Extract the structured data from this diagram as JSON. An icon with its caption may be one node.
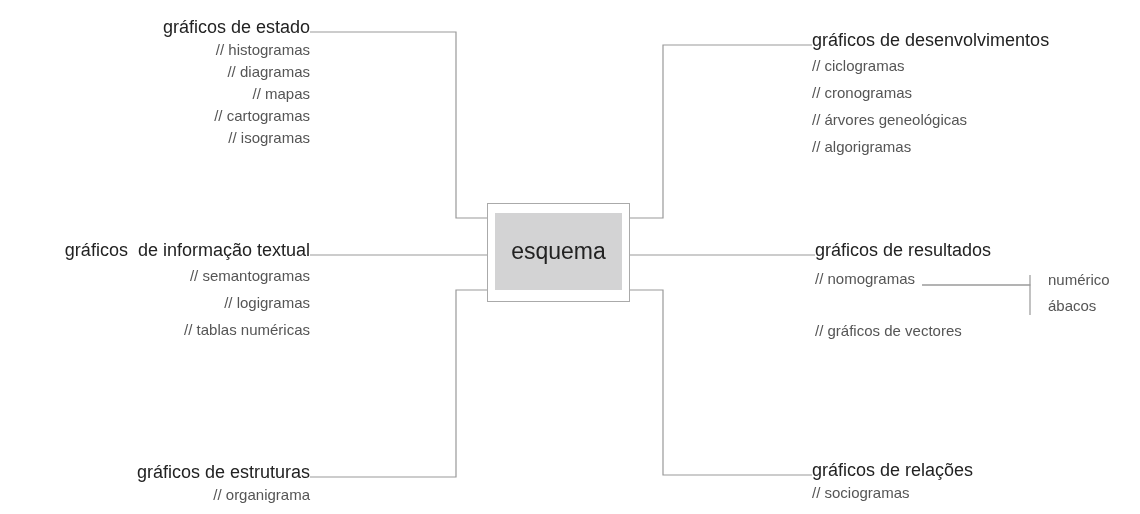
{
  "diagram": {
    "nodes": [
      {
        "text": [
          "esquema"
        ]
      },
      {
        "text": [
          "gráficos de estado",
          "// histogramas",
          "// diagramas",
          "// mapas",
          "// cartogramas",
          "// isogramas"
        ]
      },
      {
        "text": [
          "gráficos  de informação textual",
          "// semantogramas",
          "// logigramas",
          "// tablas numéricas"
        ]
      },
      {
        "text": [
          "gráficos de estruturas",
          "// organigrama"
        ]
      },
      {
        "text": [
          "gráficos de desenvolvimentos",
          "// ciclogramas",
          "// cronogramas",
          "// árvores geneológicas",
          "// algorigramas"
        ]
      },
      {
        "text": [
          "gráficos de resultados"
        ]
      },
      {
        "text": [
          "// nomogramas"
        ]
      },
      {
        "text": [
          "numérico"
        ]
      },
      {
        "text": [
          "ábacos"
        ]
      },
      {
        "text": [
          "gráficos de relações",
          "// sociogramas"
        ]
      }
    ],
    "edges": [
      {
        "from": 0,
        "to": 1,
        "arrow": "none"
      },
      {
        "from": 0,
        "to": 2,
        "arrow": "none"
      },
      {
        "from": 0,
        "to": 3,
        "arrow": "none"
      },
      {
        "from": 0,
        "to": 4,
        "arrow": "none"
      },
      {
        "from": 0,
        "to": 5,
        "arrow": "none"
      },
      {
        "from": 0,
        "to": 9,
        "arrow": "none"
      },
      {
        "from": 6,
        "to": 7,
        "arrow": "none"
      },
      {
        "from": 6,
        "to": 8,
        "arrow": "none"
      }
    ],
    "labels": [
      "// gráficos de vectores"
    ]
  }
}
